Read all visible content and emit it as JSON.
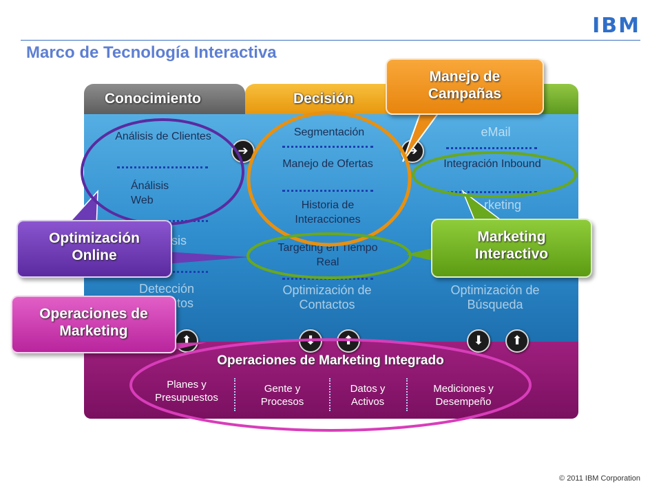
{
  "logo": "IBM",
  "title": "Marco de Tecnología Interactiva",
  "columns": {
    "conocimiento": {
      "header": "Conocimiento",
      "items": [
        "Análisis de Clientes",
        "Ánálisis Web",
        "sis",
        "Detección",
        "ntos"
      ]
    },
    "decision": {
      "header": "Decisión",
      "items": [
        "Segmentación",
        "Manejo de Ofertas",
        "Historia de Interacciones",
        "Targeting en Tiempo Real",
        "Optimización de Contactos"
      ]
    },
    "ejecucion": {
      "items": [
        "eMail",
        "Integración Inbound",
        "rketing",
        "Optimización de Búsqueda"
      ]
    }
  },
  "operaciones": {
    "title": "Operaciones de Marketing Integrado",
    "items": [
      "Planes y Presupuestos",
      "Gente y Procesos",
      "Datos y Activos",
      "Mediciones y Desempeño"
    ]
  },
  "callouts": {
    "campanas": "Manejo de Campañas",
    "online": "Optimización Online",
    "interactivo": "Marketing Interactivo",
    "operaciones": "Operaciones de Marketing"
  },
  "arrows": {
    "right": "➔",
    "down": "⬇",
    "up": "⬆"
  },
  "copyright": "© 2011 IBM Corporation",
  "colors": {
    "brand": "#2f6fc8",
    "knowledge": "#6d6d6d",
    "decision": "#f0a520",
    "execution": "#78b22f",
    "operations": "#8e1770",
    "online_callout": "#6b3bb5",
    "marketing_callout": "#cf3bb2"
  }
}
